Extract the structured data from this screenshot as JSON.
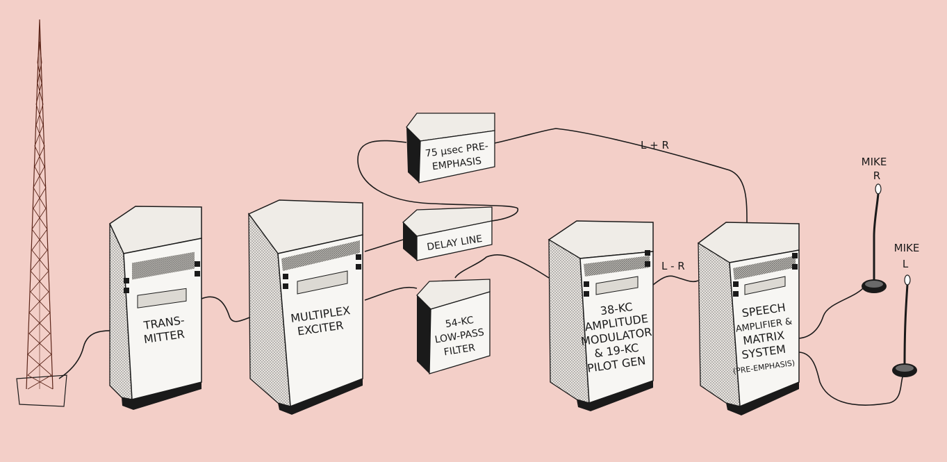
{
  "diagram": {
    "cabinets": {
      "transmitter": [
        "TRANS-",
        "MITTER"
      ],
      "exciter": [
        "MULTIPLEX",
        "EXCITER"
      ],
      "modulator": [
        "38-KC",
        "AMPLITUDE",
        "MODULATOR",
        "& 19-KC",
        "PILOT GEN"
      ],
      "speech": [
        "SPEECH",
        "AMPLIFIER &",
        "MATRIX",
        "SYSTEM",
        "(PRE-EMPHASIS)"
      ]
    },
    "boxes": {
      "preemphasis": [
        "75 μsec PRE-",
        "EMPHASIS"
      ],
      "delay": [
        "DELAY LINE"
      ],
      "lowpass": [
        "54-KC",
        "LOW-PASS",
        "FILTER"
      ]
    },
    "signals": {
      "sum": "L + R",
      "diff": "L - R"
    },
    "mikes": {
      "right": {
        "label": "MIKE",
        "channel": "R"
      },
      "left": {
        "label": "MIKE",
        "channel": "L"
      }
    }
  }
}
